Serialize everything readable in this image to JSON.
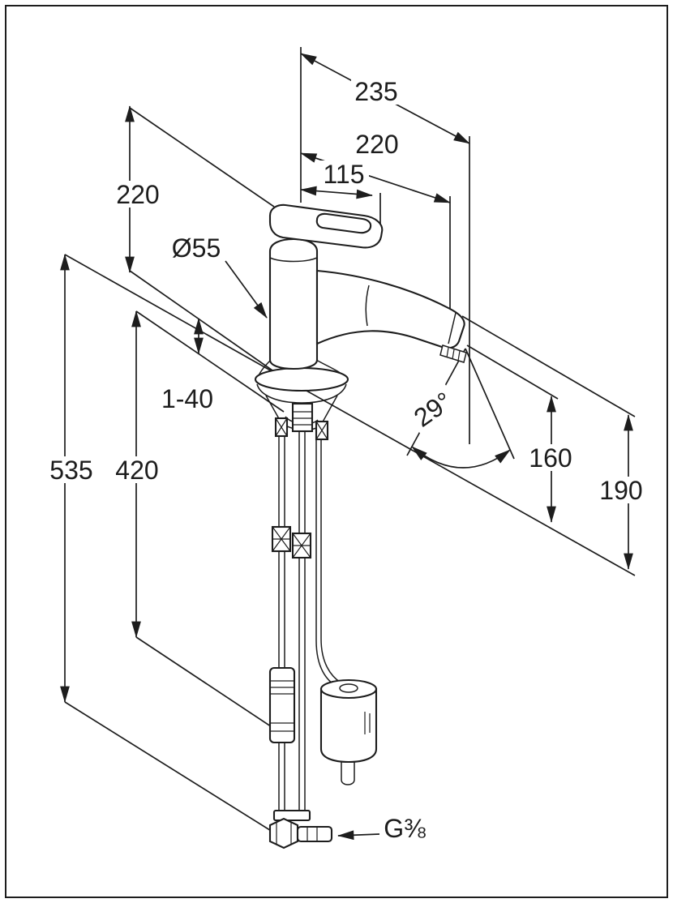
{
  "page": {
    "background": "#ffffff",
    "line_color": "#1d1d1d",
    "subject": "single-lever sink mixer technical dimension drawing"
  },
  "dimensions": {
    "projection_total": "235",
    "projection_spout": "220",
    "handle_length": "115",
    "height_above_deck": "220",
    "base_diameter": "Ø55",
    "mounting_thickness": "1-40",
    "total_height": "535",
    "below_deck_length": "420",
    "spout_angle": "29°",
    "outlet_clearance": "160",
    "spout_tip_height": "190",
    "connection_thread": "G⅜"
  }
}
